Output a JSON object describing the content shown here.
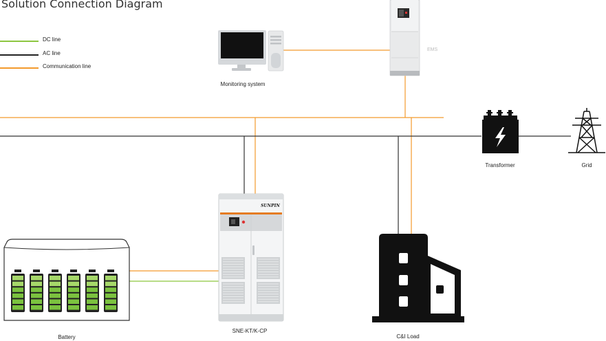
{
  "title": "Solution Connection Diagram",
  "legend": [
    {
      "label": "DC line",
      "color": "#8cc63f"
    },
    {
      "label": "AC line",
      "color": "#222222"
    },
    {
      "label": "Communication line",
      "color": "#f39a2c"
    }
  ],
  "components": {
    "monitoring": "Monitoring system",
    "ems": "EMS",
    "transformer": "Transformer",
    "grid": "Grid",
    "battery": "Battery",
    "pcs": "SNE-KT/K-CP",
    "load": "C&I Load"
  },
  "pcs_brand": "SUNPIN",
  "colors": {
    "dc_line": "#8cc63f",
    "ac_line": "#222222",
    "comm_line": "#f39a2c",
    "battery_cell": "#8cc63f",
    "pcs_stripe": "#e57c22"
  }
}
